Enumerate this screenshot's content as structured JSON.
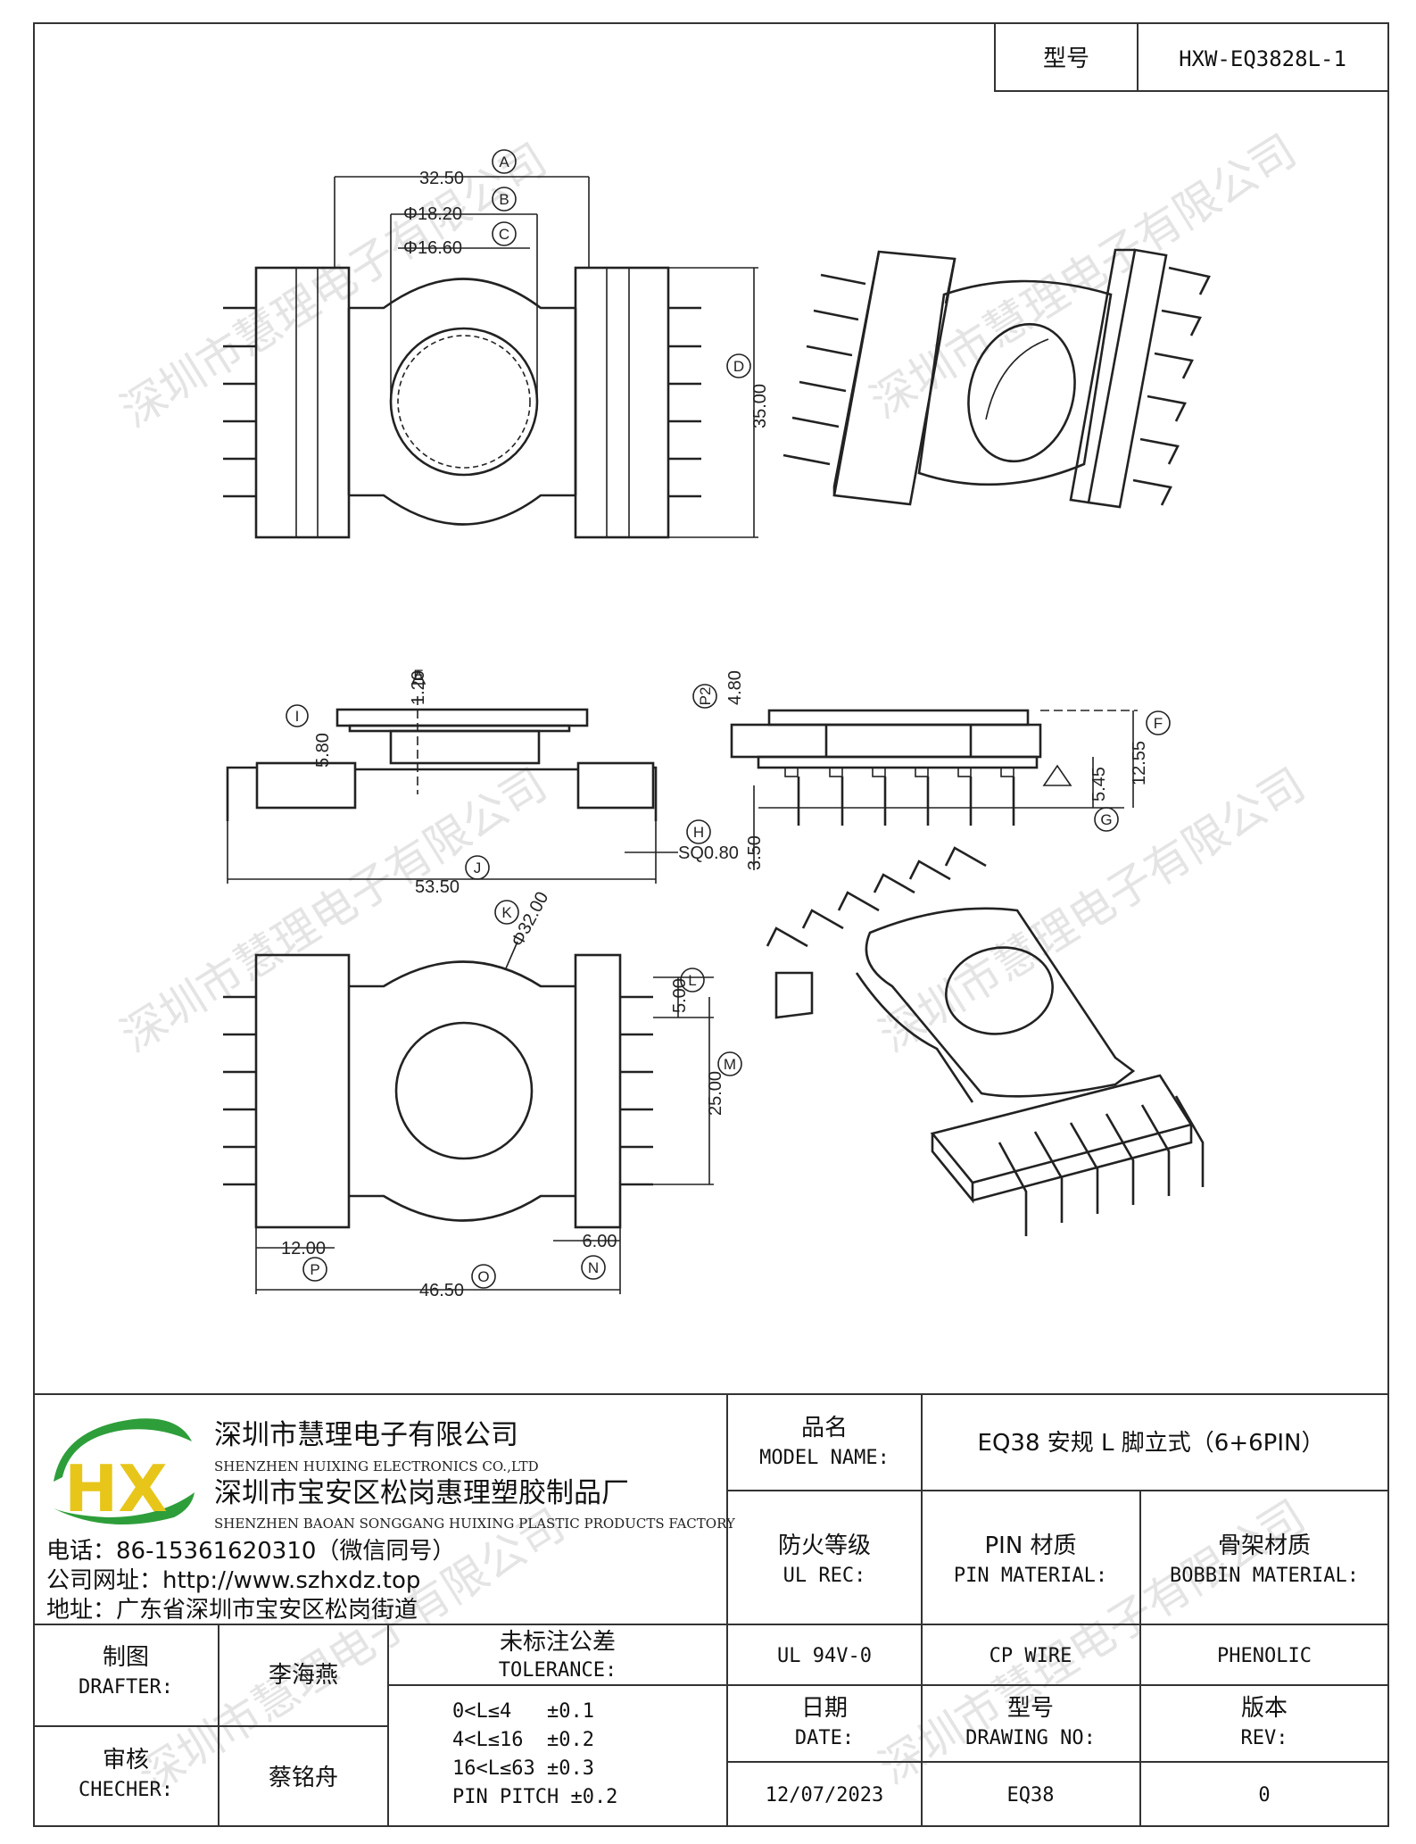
{
  "header": {
    "model_label": "型号",
    "model_value": "HXW-EQ3828L-1"
  },
  "watermark": "深圳市慧理电子有限公司",
  "top_view": {
    "dims": {
      "a": "32.50",
      "b": "Φ18.20",
      "c": "Φ16.60",
      "d": "35.00"
    },
    "callouts": {
      "a": "A",
      "b": "B",
      "c": "C",
      "d": "D"
    }
  },
  "side_view": {
    "dims": {
      "e": "1.20",
      "i": "5.80",
      "j": "53.50",
      "h": "SQ0.80"
    },
    "callouts": {
      "e": "E",
      "i": "I",
      "j": "J",
      "h": "H"
    }
  },
  "front_view": {
    "dims": {
      "f": "12.55",
      "g": "5.45",
      "p2": "4.80",
      "pin": "3.50"
    },
    "callouts": {
      "f": "F",
      "g": "G",
      "p2": "P2"
    }
  },
  "bottom_view": {
    "dims": {
      "k": "Φ32.00",
      "l": "5.00",
      "m": "25.00",
      "p": "12.00",
      "n": "6.00",
      "o": "46.50"
    },
    "callouts": {
      "k": "K",
      "l": "L",
      "m": "M",
      "p": "P",
      "n": "N",
      "o": "O"
    }
  },
  "company": {
    "logo_letters": "HX",
    "name_cn": "深圳市慧理电子有限公司",
    "name_en": "SHENZHEN HUIXING ELECTRONICS CO.,LTD",
    "factory_cn": "深圳市宝安区松岗惠理塑胶制品厂",
    "factory_en": "SHENZHEN BAOAN SONGGANG HUIXING PLASTIC PRODUCTS FACTORY",
    "phone": "电话：86-15361620310（微信同号）",
    "website": "公司网址：http://www.szhxdz.top",
    "address": "地址：广东省深圳市宝安区松岗街道"
  },
  "title_block": {
    "model_name_cn": "品名",
    "model_name_en": "MODEL NAME:",
    "model_name_value": "EQ38 安规 L 脚立式（6+6PIN）",
    "ul_cn": "防火等级",
    "ul_en": "UL REC:",
    "pin_mat_cn": "PIN 材质",
    "pin_mat_en": "PIN MATERIAL:",
    "bobbin_cn": "骨架材质",
    "bobbin_en": "BOBBIN MATERIAL:",
    "ul_value": "UL 94V-0",
    "pin_value": "CP WIRE",
    "bobbin_value": "PHENOLIC",
    "drafter_cn": "制图",
    "drafter_en": "DRAFTER:",
    "drafter_name": "李海燕",
    "checker_cn": "审核",
    "checker_en": "CHECHER:",
    "checker_name": "蔡铭舟",
    "tol_cn": "未标注公差",
    "tol_en": "TOLERANCE:",
    "tolerances": [
      "0<L≤4   ±0.1",
      "4<L≤16  ±0.2",
      "16<L≤63 ±0.3",
      "PIN PITCH ±0.2"
    ],
    "date_cn": "日期",
    "date_en": "DATE:",
    "dwg_cn": "型号",
    "dwg_en": "DRAWING NO:",
    "rev_cn": "版本",
    "rev_en": "REV:",
    "date_value": "12/07/2023",
    "dwg_value": "EQ38",
    "rev_value": "0"
  },
  "colors": {
    "logo_green": "#2e9e3a",
    "logo_yellow": "#e7c619",
    "line": "#222222"
  }
}
